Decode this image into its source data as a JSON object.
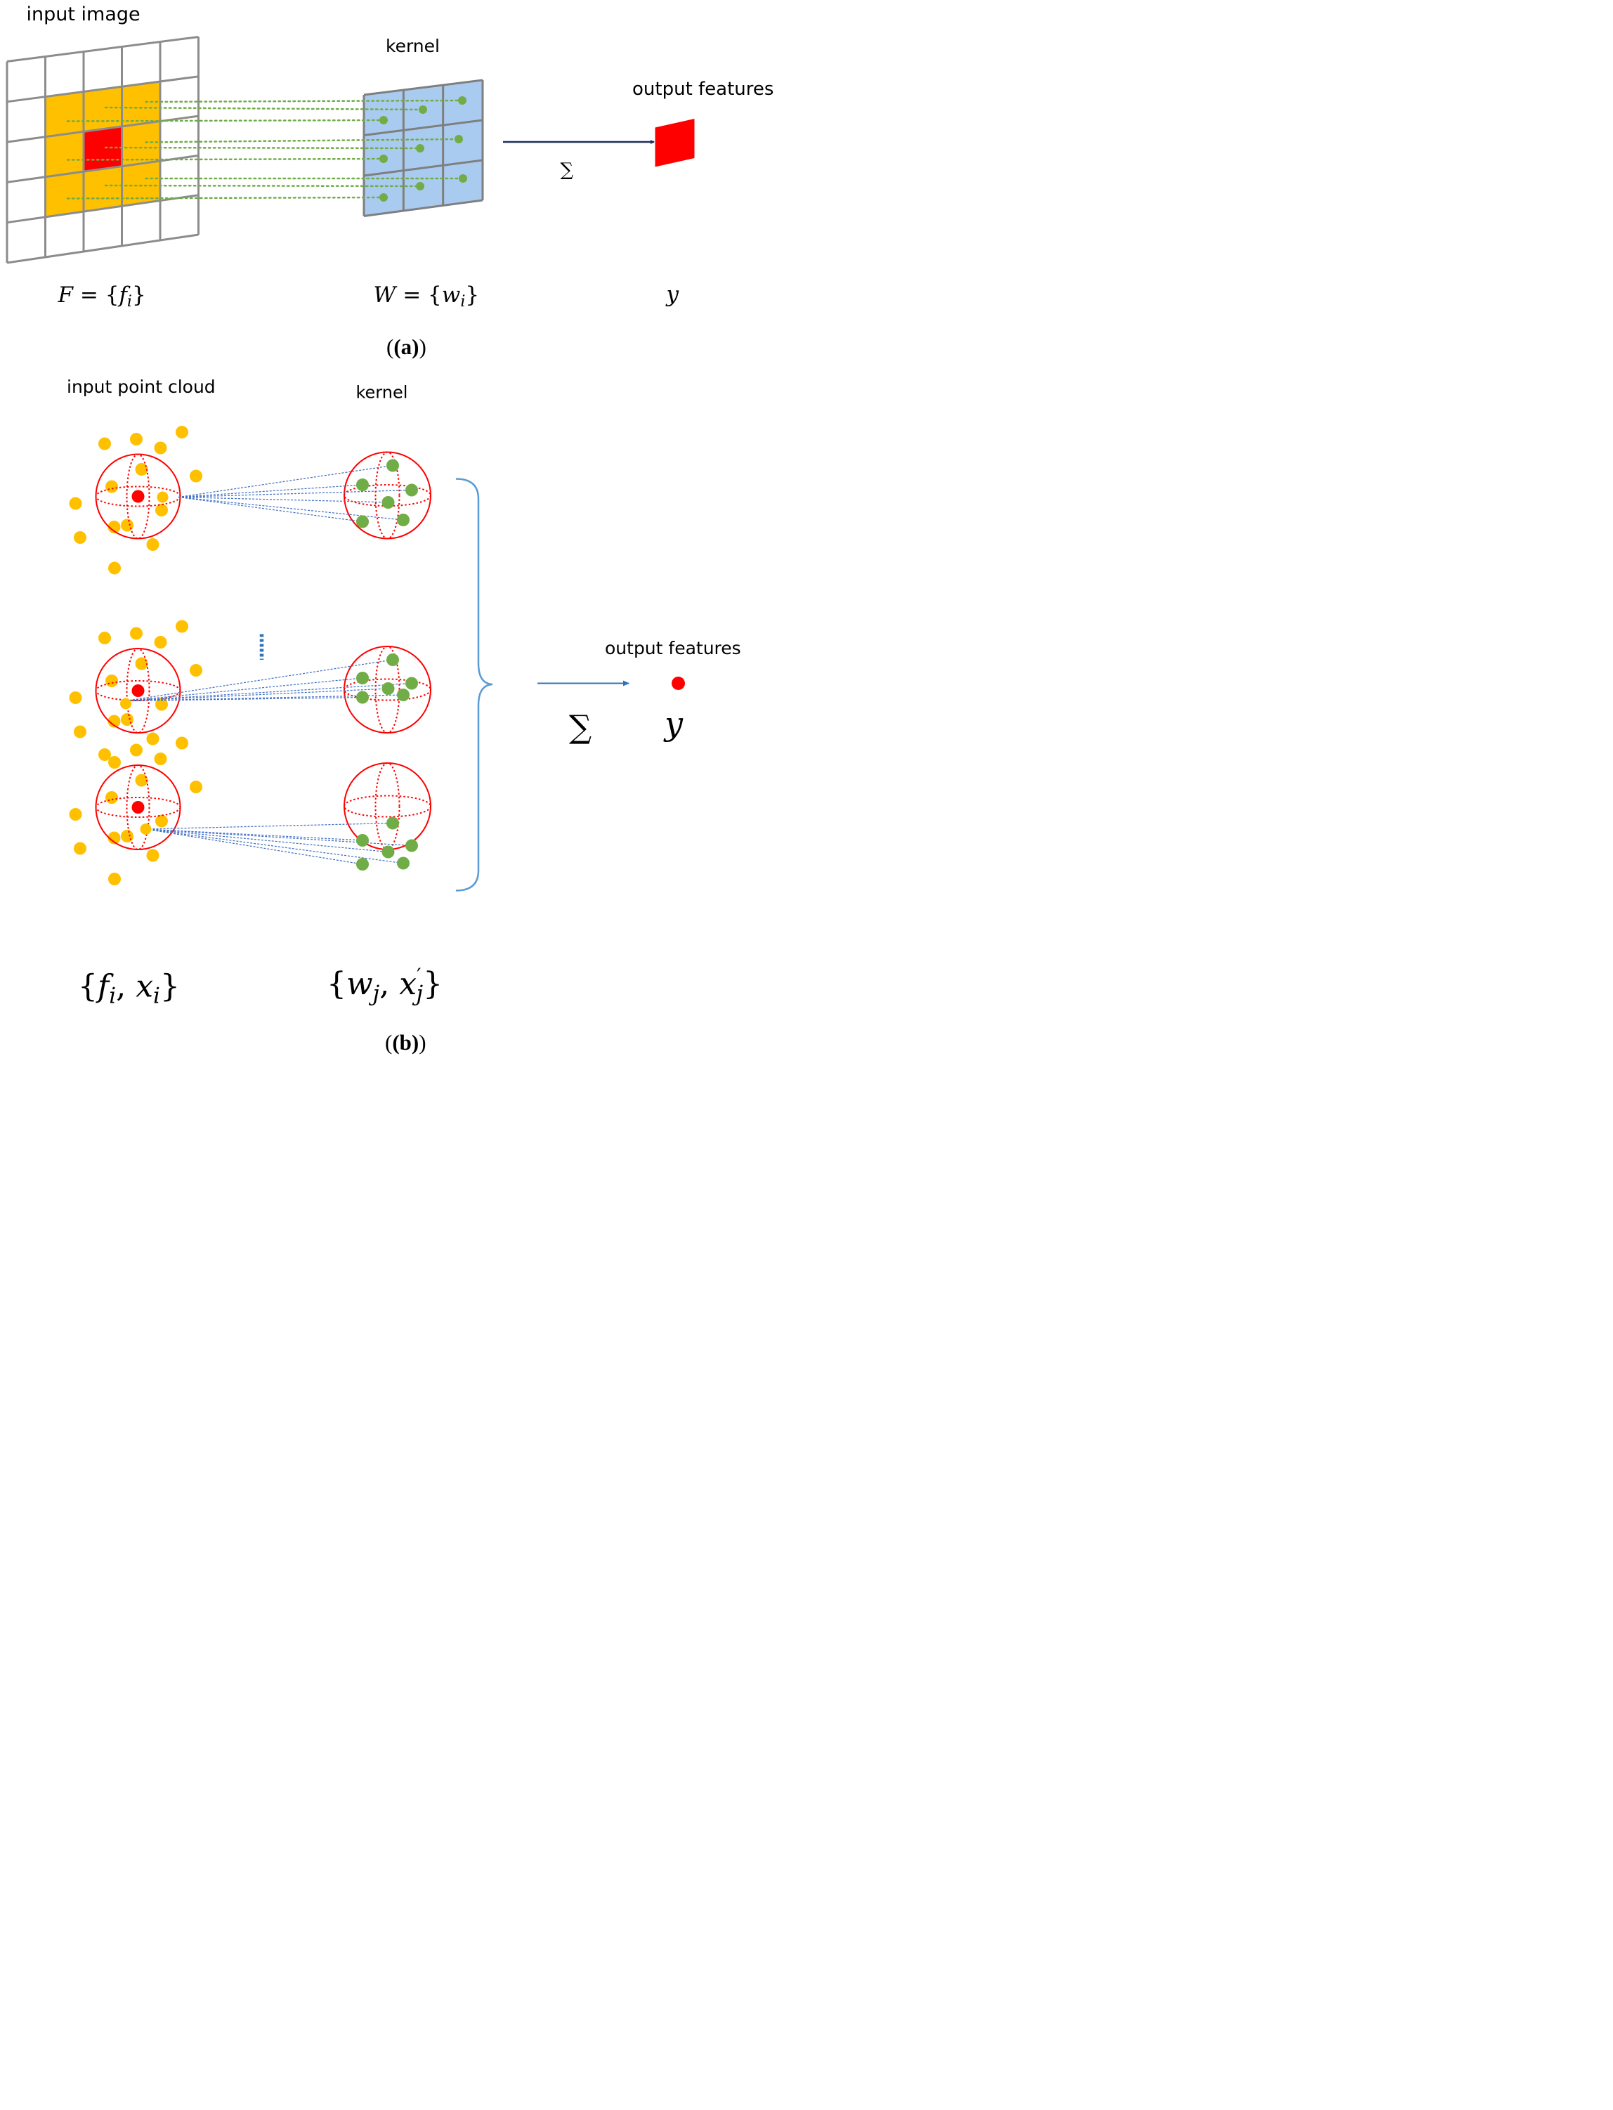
{
  "panel_a": {
    "input_label": "input image",
    "kernel_label": "kernel",
    "output_label": "output features",
    "sum_symbol": "∑",
    "input_formula": "F = {f_i}",
    "kernel_formula": "W = {w_i}",
    "output_formula": "y",
    "caption": "(a)"
  },
  "panel_b": {
    "input_label": "input point cloud",
    "kernel_label": "kernel",
    "output_label": "output features",
    "sum_symbol": "∑",
    "output_formula": "y",
    "input_formula": "{f_i, x_i}",
    "kernel_formula": "{w_j, x'_j}",
    "caption": "(b)"
  },
  "colors": {
    "grid": "#8c8c8c",
    "receptive_field": "#ffc000",
    "center_pixel": "#ff0000",
    "kernel_fill": "#a9cbef",
    "kernel_grid": "#7f7f7f",
    "kernel_point": "#70ad47",
    "arrow_a": "#1f2d5e",
    "sphere": "#ff0000",
    "cloud_point": "#ffc000",
    "link_line": "#4472c4",
    "brace": "#5b9bd5",
    "arrow_b": "#2e75b6"
  }
}
